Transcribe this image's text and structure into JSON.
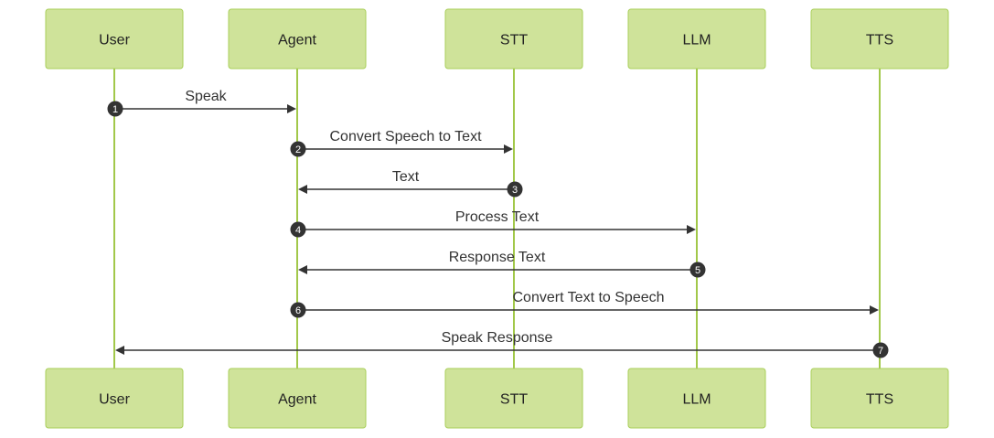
{
  "diagram": {
    "type": "sequence",
    "participants": [
      {
        "id": "user",
        "label": "User"
      },
      {
        "id": "agent",
        "label": "Agent"
      },
      {
        "id": "stt",
        "label": "STT"
      },
      {
        "id": "llm",
        "label": "LLM"
      },
      {
        "id": "tts",
        "label": "TTS"
      }
    ],
    "messages": [
      {
        "seq": "1",
        "from": "user",
        "to": "agent",
        "label": "Speak"
      },
      {
        "seq": "2",
        "from": "agent",
        "to": "stt",
        "label": "Convert Speech to Text"
      },
      {
        "seq": "3",
        "from": "stt",
        "to": "agent",
        "label": "Text"
      },
      {
        "seq": "4",
        "from": "agent",
        "to": "llm",
        "label": "Process Text"
      },
      {
        "seq": "5",
        "from": "llm",
        "to": "agent",
        "label": "Response Text"
      },
      {
        "seq": "6",
        "from": "agent",
        "to": "tts",
        "label": "Convert Text to Speech"
      },
      {
        "seq": "7",
        "from": "tts",
        "to": "user",
        "label": "Speak Response"
      }
    ],
    "colors": {
      "actor_fill": "#cfe39a",
      "actor_border": "#a9cf5a",
      "lifeline": "#a2c84a",
      "message": "#333333"
    }
  }
}
